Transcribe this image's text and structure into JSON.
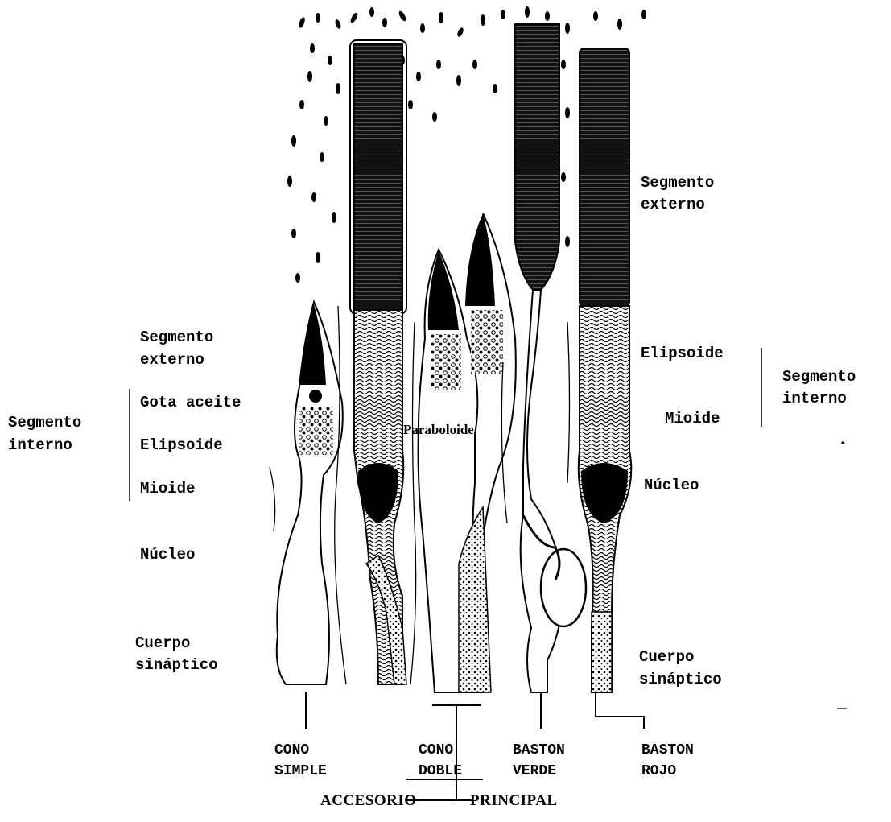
{
  "labels_left": {
    "outer_segment": [
      "Segmento",
      "externo"
    ],
    "inner_segment": [
      "Segmento",
      "interno"
    ],
    "oil_drop": "Gota aceite",
    "ellipsoid": "Elipsoide",
    "myoid": "Mioide",
    "nucleus": "Núcleo",
    "synaptic_body": [
      "Cuerpo",
      "sináptico"
    ]
  },
  "labels_right": {
    "outer_segment": [
      "Segmento",
      "externo"
    ],
    "ellipsoid": "Elipsoide",
    "myoid": "Mioide",
    "inner_segment": [
      "Segmento",
      "interno"
    ],
    "nucleus": "Núcleo",
    "synaptic_body": [
      "Cuerpo",
      "sináptico"
    ]
  },
  "paraboloid": "Paraboloide",
  "cell_types": {
    "single_cone": [
      "CONO",
      "SIMPLE"
    ],
    "double_cone": [
      "CONO",
      "DOBLE"
    ],
    "green_rod": [
      "BASTON",
      "VERDE"
    ],
    "red_rod": [
      "BASTON",
      "ROJO"
    ]
  },
  "double_cone_parts": {
    "accessory": "ACCESORIO",
    "principal": "PRINCIPAL"
  },
  "colors": {
    "ink": "#000000",
    "paper": "#ffffff"
  }
}
